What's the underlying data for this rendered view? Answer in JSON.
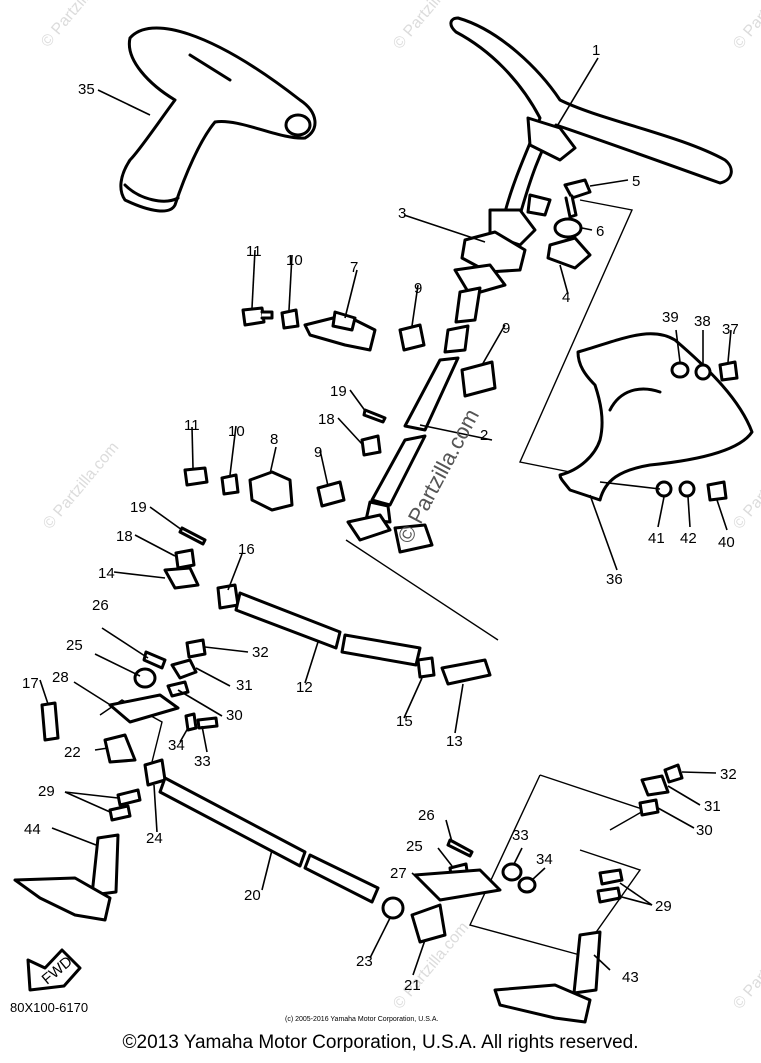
{
  "callouts": [
    "1",
    "2",
    "3",
    "4",
    "5",
    "6",
    "7",
    "8",
    "9",
    "9",
    "9",
    "10",
    "10",
    "11",
    "11",
    "12",
    "13",
    "14",
    "15",
    "16",
    "17",
    "18",
    "18",
    "19",
    "19",
    "20",
    "21",
    "22",
    "23",
    "24",
    "25",
    "25",
    "26",
    "26",
    "27",
    "28",
    "29",
    "29",
    "30",
    "30",
    "31",
    "31",
    "32",
    "32",
    "33",
    "33",
    "34",
    "34",
    "35",
    "36",
    "37",
    "38",
    "39",
    "40",
    "41",
    "42",
    "43",
    "44"
  ],
  "diagram_code": "80X100-6170",
  "fwd_label": "FWD",
  "watermark": "© Partzilla.com",
  "small_copyright": "(c) 2005-2016 Yamaha Motor Corporation, U.S.A.",
  "footer_copyright": "©2013 Yamaha Motor Corporation, U.S.A. All rights reserved."
}
